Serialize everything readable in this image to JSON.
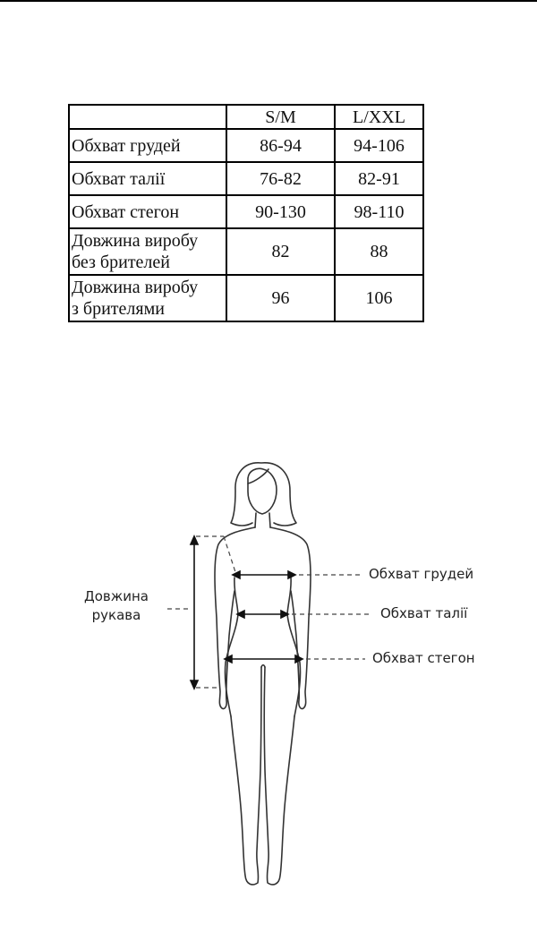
{
  "table": {
    "headers": [
      "",
      "S/M",
      "L/XXL"
    ],
    "rows": [
      {
        "label": "Обхват грудей",
        "sm": "86-94",
        "lxxl": "94-106"
      },
      {
        "label": "Обхват талії",
        "sm": "76-82",
        "lxxl": "82-91"
      },
      {
        "label": "Обхват стегон",
        "sm": "90-130",
        "lxxl": "98-110"
      },
      {
        "label_line1": "Довжина виробу",
        "label_line2": "без брителей",
        "sm": "82",
        "lxxl": "88"
      },
      {
        "label_line1": "Довжина виробу",
        "label_line2": "з брителями",
        "sm": "96",
        "lxxl": "106"
      }
    ]
  },
  "figure": {
    "chest_label": "Обхват грудей",
    "waist_label": "Обхват талії",
    "hips_label": "Обхват стегон",
    "sleeve_label_line1": "Довжина",
    "sleeve_label_line2": "рукава",
    "icon": "female-body-outline-icon"
  }
}
